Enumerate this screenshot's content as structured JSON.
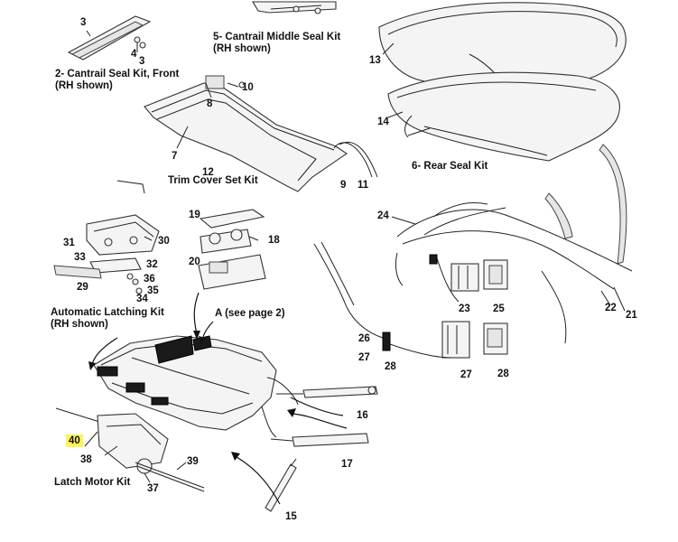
{
  "callouts": {
    "n2": "2",
    "n3a": "3",
    "n3b": "3",
    "n4": "4",
    "n7": "7",
    "n8": "8",
    "n9": "9",
    "n10": "10",
    "n11": "11",
    "n12": "12",
    "n13": "13",
    "n14": "14",
    "n15": "15",
    "n16": "16",
    "n17": "17",
    "n18": "18",
    "n19": "19",
    "n20": "20",
    "n21": "21",
    "n22": "22",
    "n23a": "23",
    "n24": "24",
    "n25": "25",
    "n26": "26",
    "n27a": "27",
    "n27b": "27",
    "n28a": "28",
    "n28b": "28",
    "n29": "29",
    "n30": "30",
    "n31": "31",
    "n32": "32",
    "n33": "33",
    "n34": "34",
    "n35": "35",
    "n36": "36",
    "n37": "37",
    "n38": "38",
    "n39": "39",
    "n40": "40"
  },
  "captions": {
    "cantrail_front_l1": "2- Cantrail Seal Kit, Front",
    "cantrail_front_l2": "(RH shown)",
    "cantrail_middle_l1": "5- Cantrail Middle Seal Kit",
    "cantrail_middle_l2": "(RH shown)",
    "trim_cover": "Trim Cover Set Kit",
    "rear_seal": "6- Rear Seal Kit",
    "auto_latch_l1": "Automatic Latching Kit",
    "auto_latch_l2": "(RH shown)",
    "detail_a": "A (see page 2)",
    "latch_motor": "Latch Motor Kit"
  },
  "highlight_color": "#fff35a"
}
